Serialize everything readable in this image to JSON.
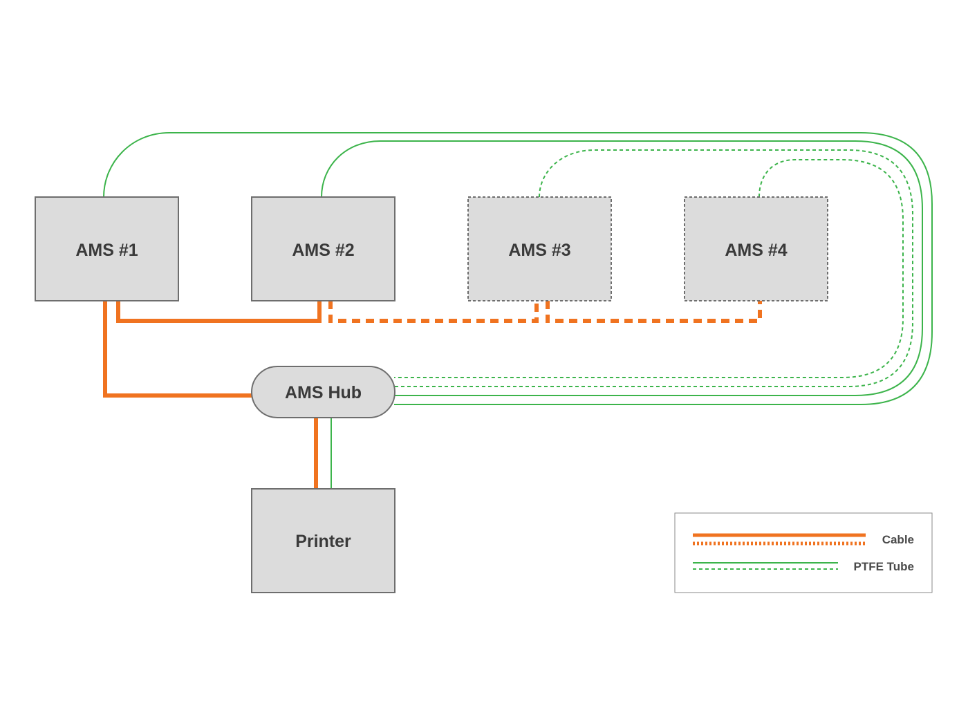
{
  "colors": {
    "cable": "#f07320",
    "ptfe_tube": "#3cb44b",
    "box_fill": "#dcdcdc",
    "box_stroke": "#6e6e6e",
    "text": "#3a3a3a",
    "legend_border": "#8a8a8a"
  },
  "nodes": {
    "ams1": {
      "label": "AMS #1",
      "style": "solid"
    },
    "ams2": {
      "label": "AMS #2",
      "style": "solid"
    },
    "ams3": {
      "label": "AMS #3",
      "style": "dashed"
    },
    "ams4": {
      "label": "AMS #4",
      "style": "dashed"
    },
    "hub": {
      "label": "AMS Hub",
      "style": "solid"
    },
    "printer": {
      "label": "Printer",
      "style": "solid"
    }
  },
  "connections": [
    {
      "from": "ams1",
      "to": "hub",
      "type": "cable",
      "style": "solid"
    },
    {
      "from": "ams1",
      "to": "ams2",
      "type": "cable",
      "style": "solid"
    },
    {
      "from": "ams2",
      "to": "ams3",
      "type": "cable",
      "style": "dashed"
    },
    {
      "from": "ams3",
      "to": "ams4",
      "type": "cable",
      "style": "dashed"
    },
    {
      "from": "hub",
      "to": "printer",
      "type": "cable",
      "style": "solid"
    },
    {
      "from": "hub",
      "to": "printer",
      "type": "ptfe_tube",
      "style": "solid"
    },
    {
      "from": "ams1",
      "to": "hub",
      "type": "ptfe_tube",
      "style": "solid"
    },
    {
      "from": "ams2",
      "to": "hub",
      "type": "ptfe_tube",
      "style": "solid"
    },
    {
      "from": "ams3",
      "to": "hub",
      "type": "ptfe_tube",
      "style": "dashed"
    },
    {
      "from": "ams4",
      "to": "hub",
      "type": "ptfe_tube",
      "style": "dashed"
    }
  ],
  "legend": {
    "cable_label": "Cable",
    "ptfe_label": "PTFE Tube"
  }
}
